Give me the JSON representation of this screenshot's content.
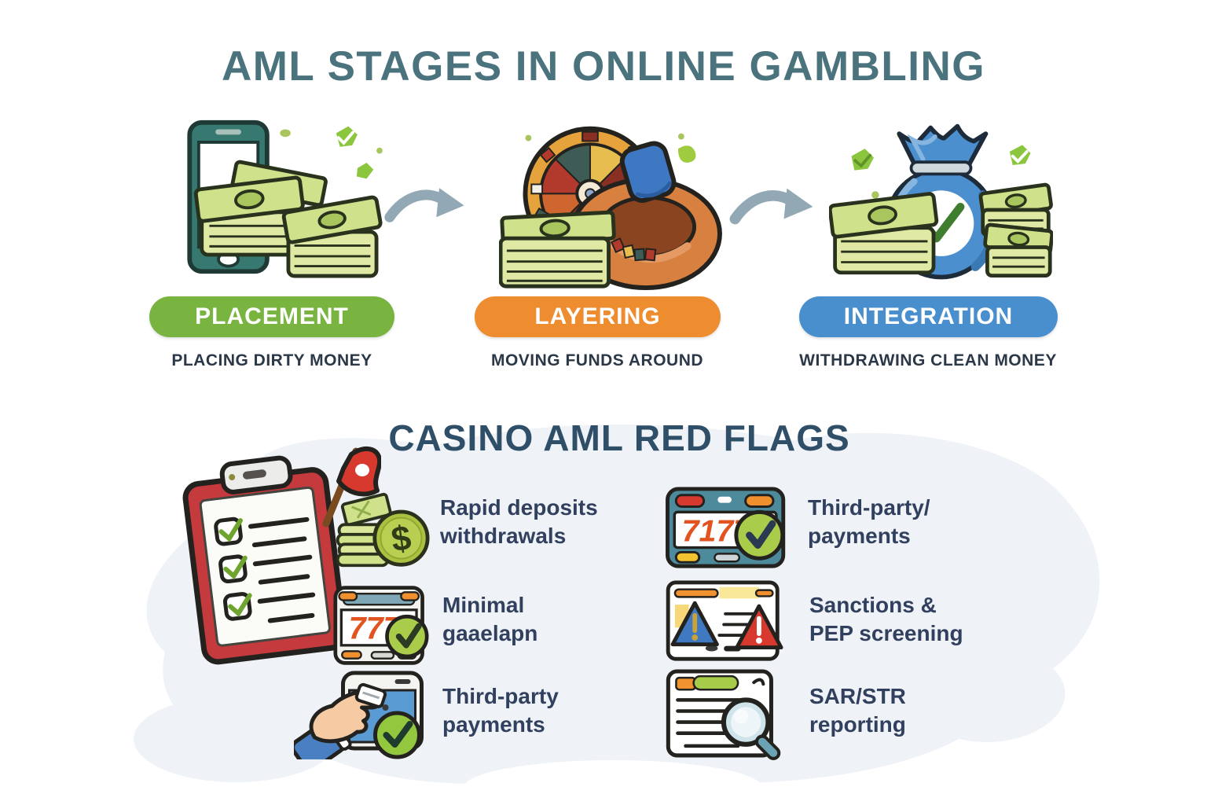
{
  "title": "AML STAGES IN ONLINE GAMBLING",
  "stages": {
    "items": [
      {
        "label": "PLACEMENT",
        "caption": "PLACING DIRTY MONEY",
        "color": "#79b441",
        "icon": "phone-with-cash"
      },
      {
        "label": "LAYERING",
        "caption": "MOVING FUNDS AROUND",
        "color": "#ee8c30",
        "icon": "roulette-wheel-with-cash"
      },
      {
        "label": "INTEGRATION",
        "caption": "WITHDRAWING CLEAN MONEY",
        "color": "#4a8fcd",
        "icon": "money-bag-with-check"
      }
    ]
  },
  "red_flags": {
    "title": "CASINO AML RED FLAGS",
    "items": [
      {
        "line1": "Rapid deposits",
        "line2": "withdrawals",
        "icon": "dollar-coins"
      },
      {
        "line1": "Minimal",
        "line2": "gaaelapn",
        "icon": "slot-machine-check"
      },
      {
        "line1": "Third-party",
        "line2": "payments",
        "icon": "hand-card-check"
      },
      {
        "line1": "Third-party/",
        "line2": "payments",
        "icon": "slot-machine-check"
      },
      {
        "line1": "Sanctions &",
        "line2": "PEP screening",
        "icon": "document-warning-triangles"
      },
      {
        "line1": "SAR/STR",
        "line2": "reporting",
        "icon": "document-magnifier"
      }
    ]
  },
  "illustration_text": {
    "slot_left": "777",
    "slot_right": "7177",
    "coin_symbol": "$"
  },
  "colors": {
    "title": "#4b737e",
    "flags_title": "#2f4e68",
    "body_text": "#31405e",
    "arrow": "#92a8b5",
    "blob": "#eff2f6"
  }
}
